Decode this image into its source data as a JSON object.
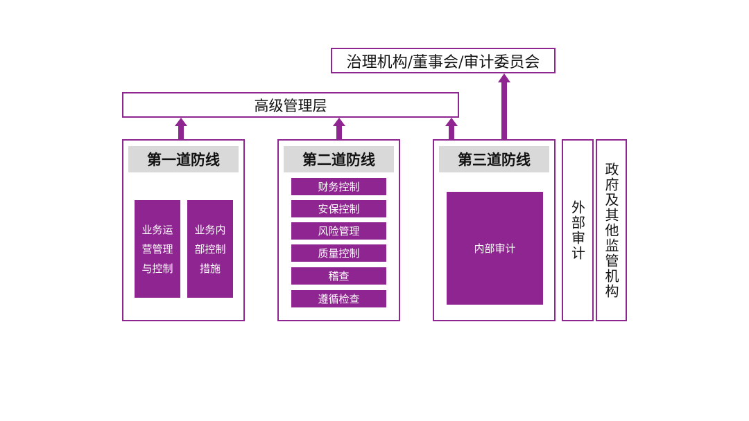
{
  "governance": "治理机构/董事会/审计委员会",
  "senior_management": "高级管理层",
  "line1": {
    "title": "第一道防线",
    "items": [
      "业务运\n营管理\n与控制",
      "业务内\n部控制\n措施"
    ]
  },
  "line2": {
    "title": "第二道防线",
    "items": [
      "财务控制",
      "安保控制",
      "风险管理",
      "质量控制",
      "稽查",
      "遵循检查"
    ]
  },
  "line3": {
    "title": "第三道防线",
    "items": [
      "内部审计"
    ]
  },
  "external_audit": "外部审计",
  "regulators": "政府及其他监管机构",
  "colors": {
    "accent": "#8e2590",
    "title_bg": "#d9d9d9"
  }
}
